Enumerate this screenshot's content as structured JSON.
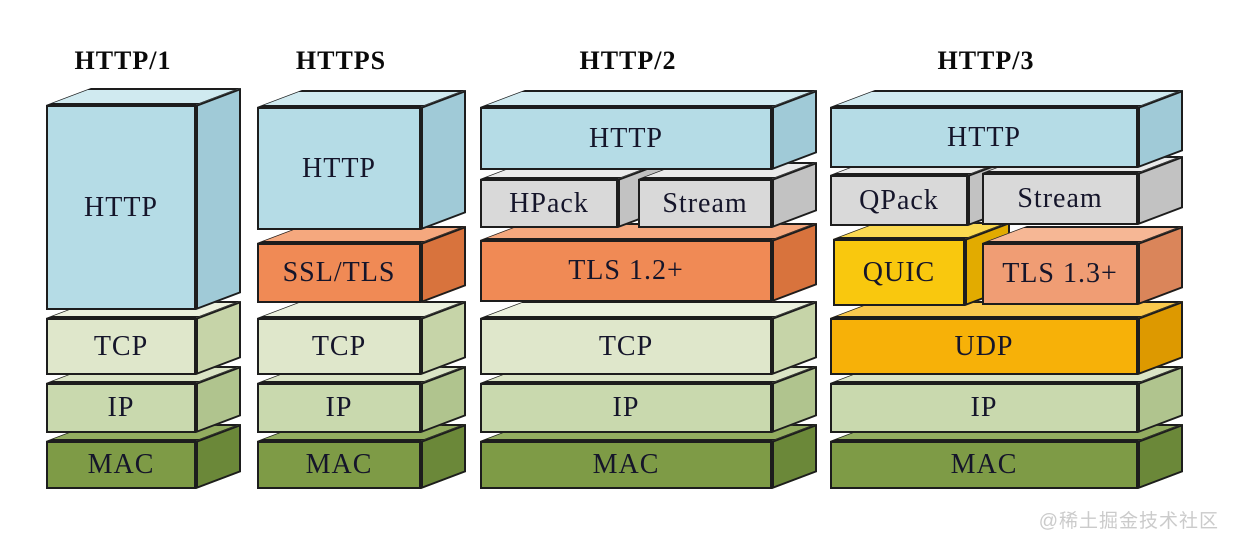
{
  "columns": [
    {
      "title": "HTTP/1",
      "layers": [
        {
          "label": "MAC"
        },
        {
          "label": "IP"
        },
        {
          "label": "TCP"
        },
        {
          "label": "HTTP"
        }
      ]
    },
    {
      "title": "HTTPS",
      "layers": [
        {
          "label": "MAC"
        },
        {
          "label": "IP"
        },
        {
          "label": "TCP"
        },
        {
          "label": "SSL/TLS"
        },
        {
          "label": "HTTP"
        }
      ]
    },
    {
      "title": "HTTP/2",
      "layers": [
        {
          "label": "MAC"
        },
        {
          "label": "IP"
        },
        {
          "label": "TCP"
        },
        {
          "label": "TLS 1.2+"
        },
        {
          "label": "HPack"
        },
        {
          "label": "Stream"
        },
        {
          "label": "HTTP"
        }
      ]
    },
    {
      "title": "HTTP/3",
      "layers": [
        {
          "label": "MAC"
        },
        {
          "label": "IP"
        },
        {
          "label": "UDP"
        },
        {
          "label": "QUIC"
        },
        {
          "label": "TLS 1.3+"
        },
        {
          "label": "QPack"
        },
        {
          "label": "Stream"
        },
        {
          "label": "HTTP"
        }
      ]
    }
  ],
  "palette": {
    "http_blue": {
      "front": "#b5dce6",
      "top": "#d0eaf0",
      "side": "#a0cad7"
    },
    "frame_gray": {
      "front": "#d9d9d9",
      "top": "#eaeaea",
      "side": "#c2c2c2"
    },
    "tls_orange": {
      "front": "#f08a55",
      "top": "#f5a87e",
      "side": "#d8733d"
    },
    "tls13_salmon": {
      "front": "#f09d74",
      "top": "#f6b795",
      "side": "#da855a"
    },
    "quic_yellow": {
      "front": "#f9c80e",
      "top": "#fbda52",
      "side": "#e2ab00"
    },
    "udp_gold": {
      "front": "#f7b108",
      "top": "#fac94e",
      "side": "#dd9900"
    },
    "tcp_green": {
      "front": "#dfe7cb",
      "top": "#ecf1de",
      "side": "#c6d4a8"
    },
    "ip_green": {
      "front": "#c9d9ae",
      "top": "#dbe5c6",
      "side": "#b0c48e"
    },
    "mac_olive": {
      "front": "#7e9b46",
      "top": "#93ad60",
      "side": "#6b8839"
    },
    "outline": "#1d1d1d",
    "watermark_gray": "#cbcbcb"
  },
  "watermark": {
    "text": "@稀土掘金技术社区"
  }
}
